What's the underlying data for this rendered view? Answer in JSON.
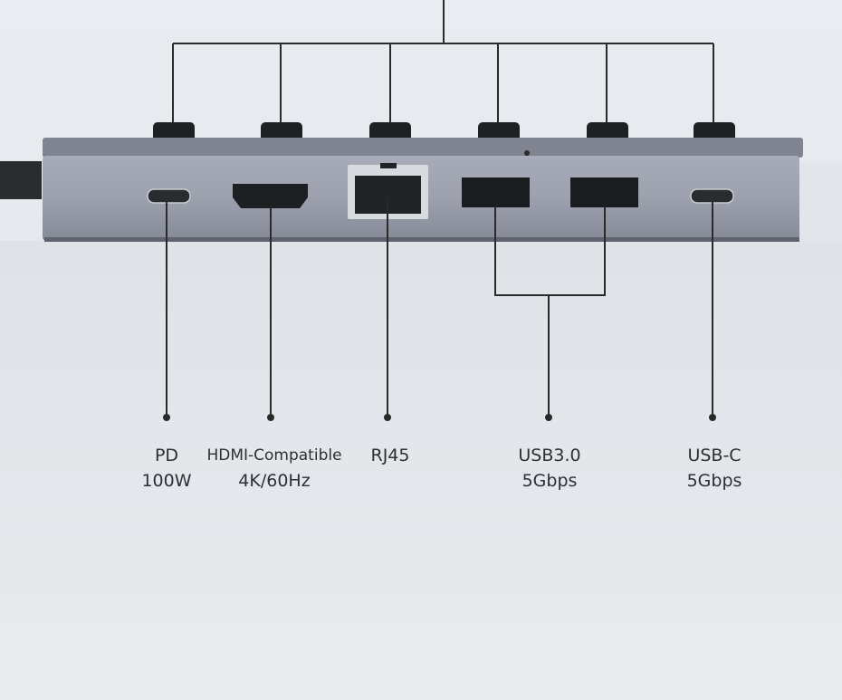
{
  "ports": [
    {
      "name": "PD",
      "detail": "100W"
    },
    {
      "name": "HDMI-Compatible",
      "detail": "4K/60Hz"
    },
    {
      "name": "RJ45",
      "detail": ""
    },
    {
      "name": "USB3.0",
      "detail": "5Gbps"
    },
    {
      "name": "USB-C",
      "detail": "5Gbps"
    }
  ],
  "colors": {
    "hub_body": "#8f94a0",
    "line": "#2a2a2a",
    "background": "#eceef1"
  }
}
